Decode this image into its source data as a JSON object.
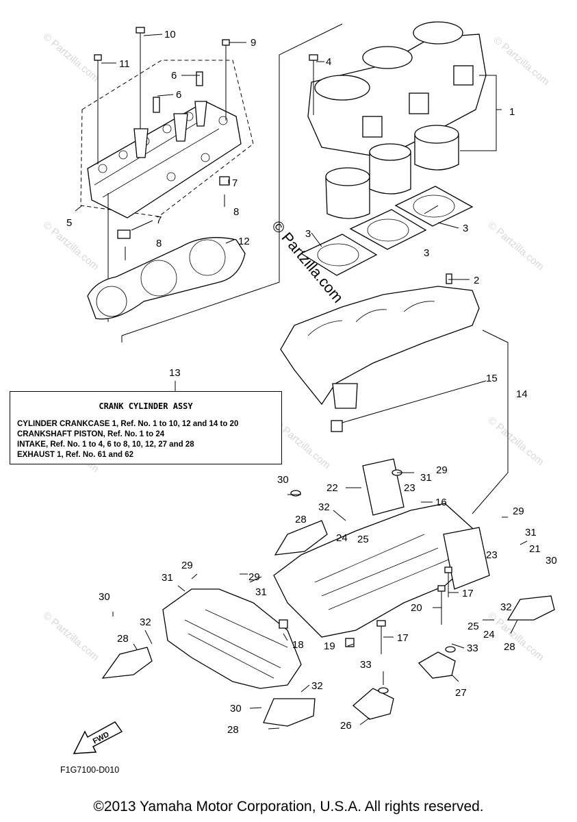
{
  "callouts": {
    "c1": "1",
    "c2": "2",
    "c3a": "3",
    "c3b": "3",
    "c3c": "3",
    "c4": "4",
    "c5": "5",
    "c6a": "6",
    "c6b": "6",
    "c7a": "7",
    "c7b": "7",
    "c8a": "8",
    "c8b": "8",
    "c9": "9",
    "c10": "10",
    "c11": "11",
    "c12": "12",
    "c13": "13",
    "c14": "14",
    "c15": "15",
    "c16": "16",
    "c17a": "17",
    "c17b": "17",
    "c18": "18",
    "c19": "19",
    "c20": "20",
    "c21": "21",
    "c22": "22",
    "c23a": "23",
    "c23b": "23",
    "c24a": "24",
    "c24b": "24",
    "c25a": "25",
    "c25b": "25",
    "c26": "26",
    "c27": "27",
    "c28a": "28",
    "c28b": "28",
    "c28c": "28",
    "c28d": "28",
    "c29a": "29",
    "c29b": "29",
    "c29c": "29",
    "c29d": "29",
    "c30a": "30",
    "c30b": "30",
    "c30c": "30",
    "c30d": "30",
    "c31a": "31",
    "c31b": "31",
    "c31c": "31",
    "c31d": "31",
    "c32a": "32",
    "c32b": "32",
    "c32c": "32",
    "c32d": "32",
    "c33a": "33",
    "c33b": "33"
  },
  "assembly_box": {
    "title": "CRANK CYLINDER ASSY",
    "lines": [
      "CYLINDER CRANKCASE 1, Ref. No. 1 to 10, 12 and 14 to 20",
      "CRANKSHAFT PISTON,   Ref. No. 1 to 24",
      "INTAKE,  Ref. No. 1 to 4, 6 to 8, 10, 12, 27 and 28",
      "EXHAUST 1,   Ref. No. 61 and 62"
    ]
  },
  "fwd_label": "FWD",
  "diagram_code": "F1G7100-D010",
  "watermark_main": "© Partzilla.com",
  "watermark_small": "© Partzilla.com",
  "copyright": "©2013 Yamaha Motor Corporation, U.S.A. All rights reserved."
}
